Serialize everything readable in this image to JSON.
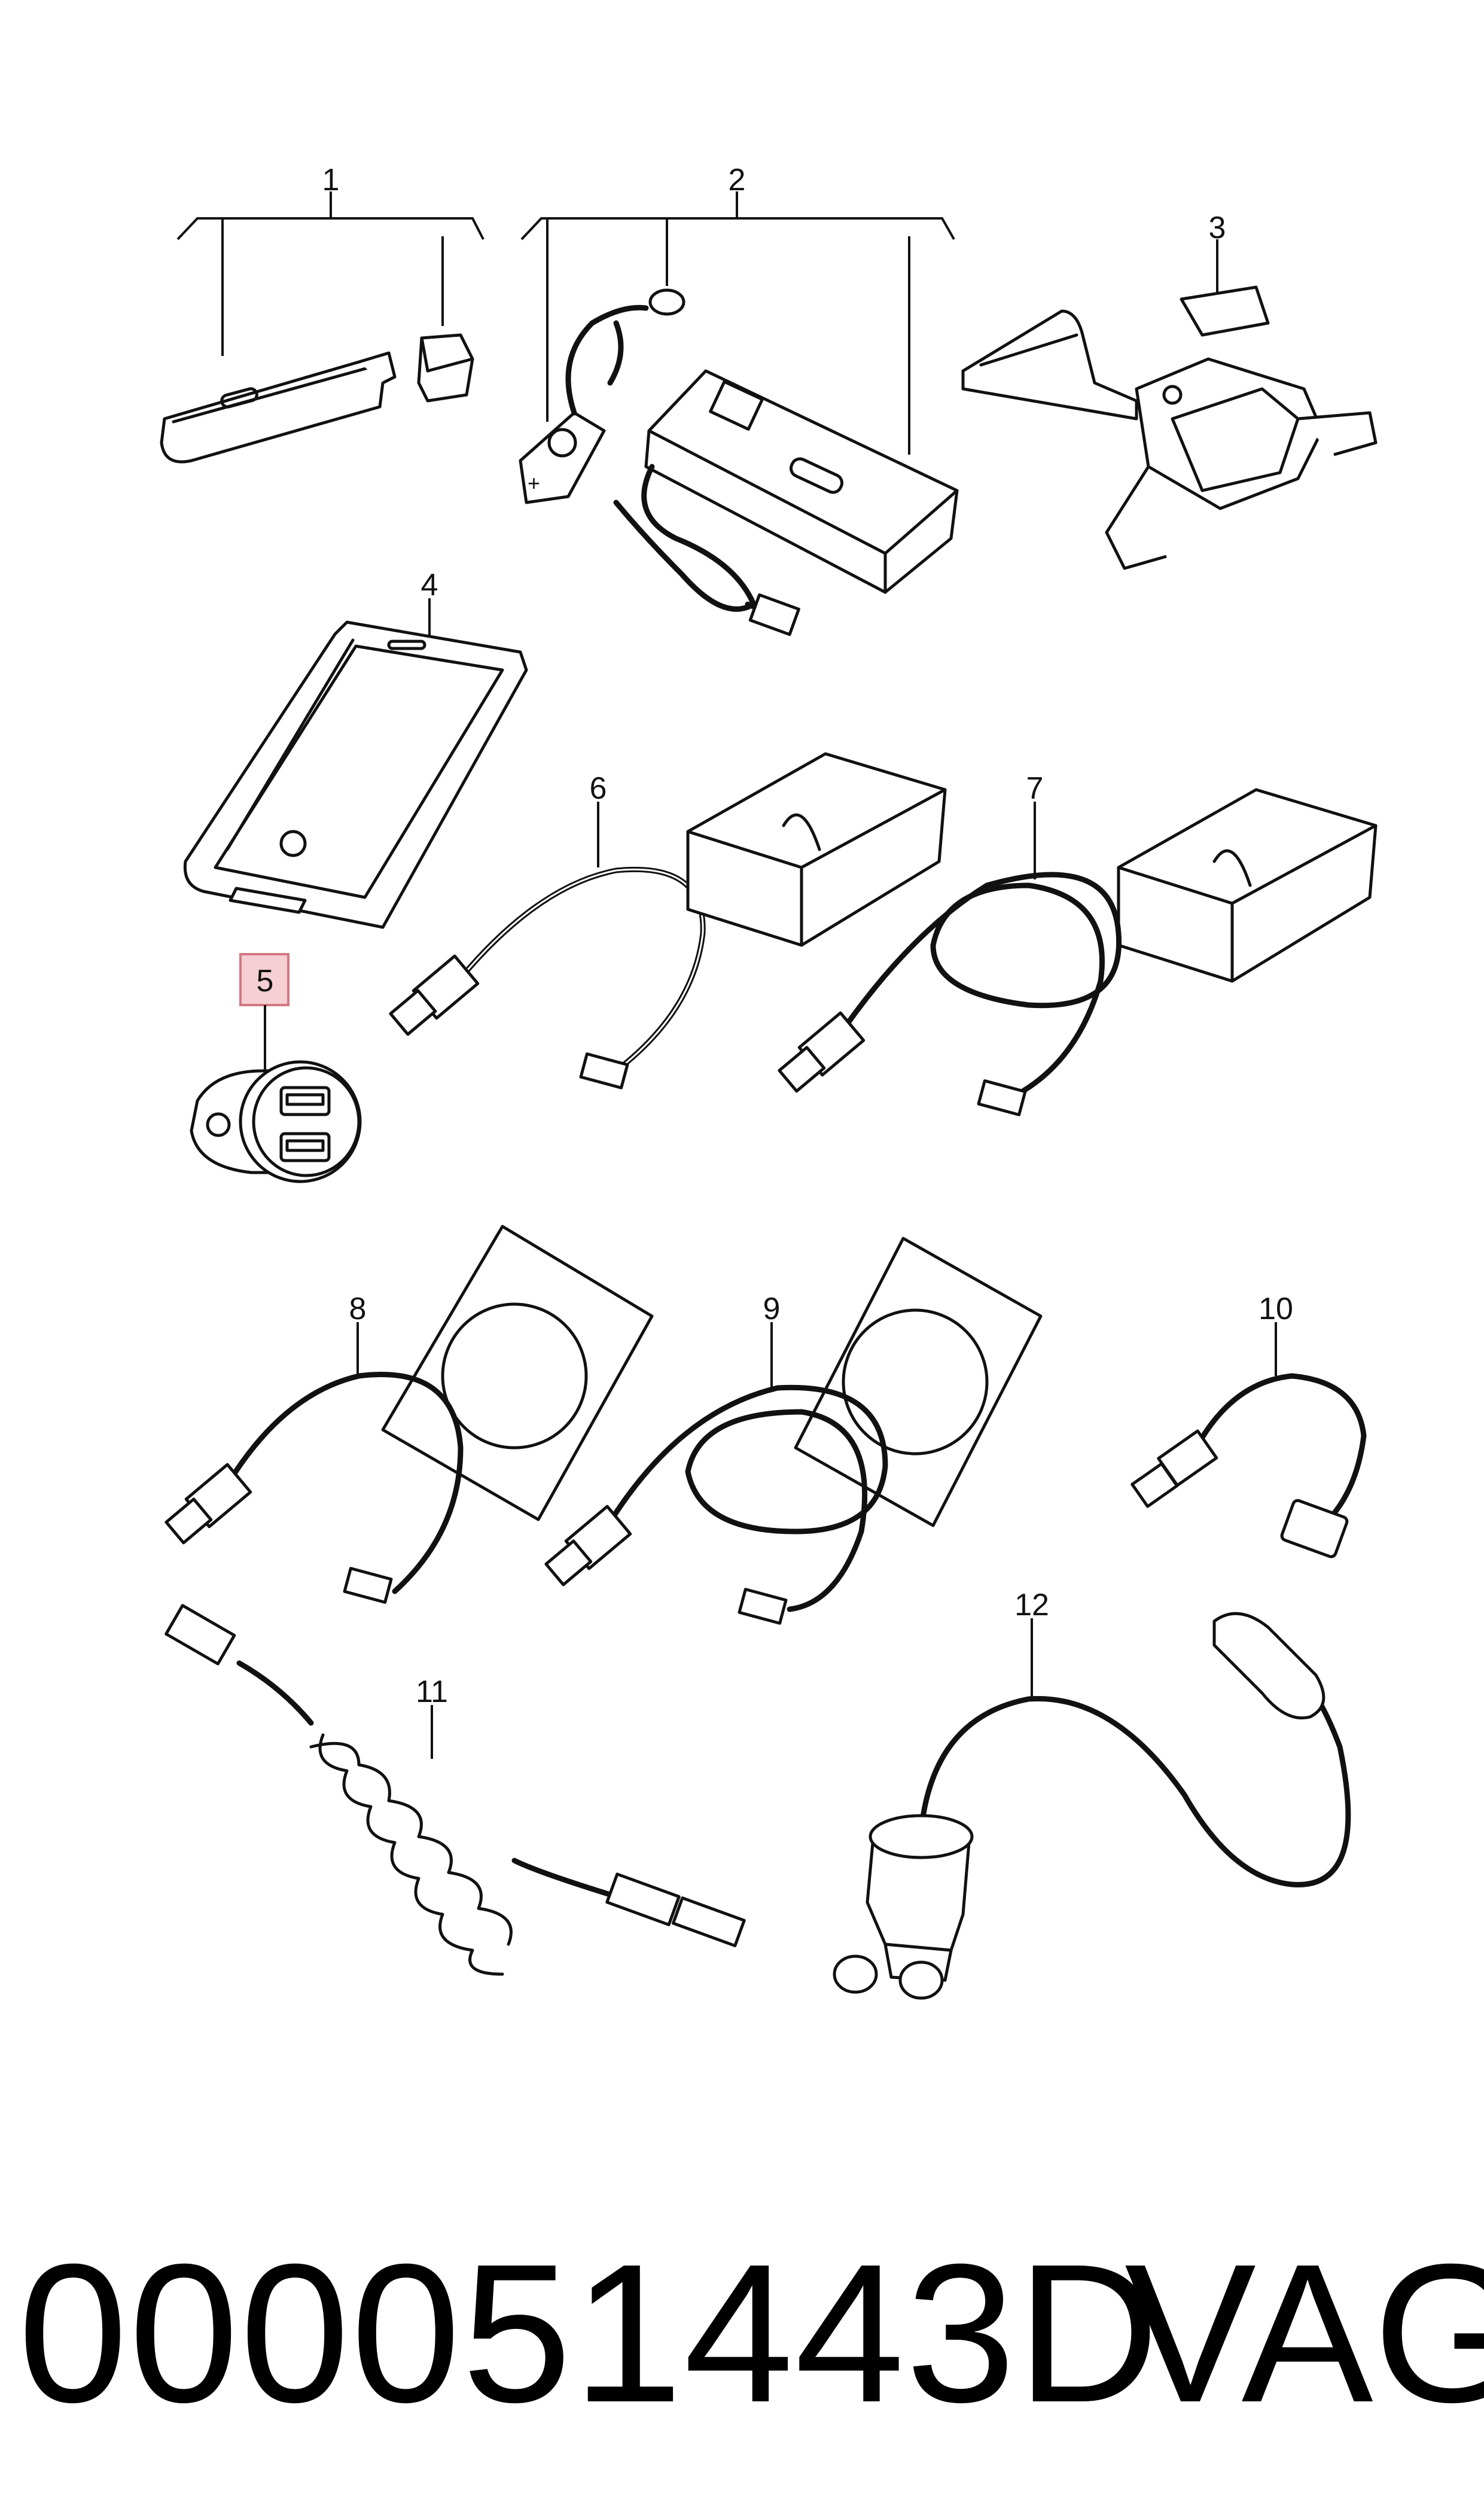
{
  "callouts": [
    "1",
    "2",
    "3",
    "4",
    "5",
    "6",
    "7",
    "8",
    "9",
    "10",
    "11",
    "12"
  ],
  "highlighted_callout": "5",
  "footer": {
    "part_number": "000051443D",
    "brand": "VAG"
  }
}
